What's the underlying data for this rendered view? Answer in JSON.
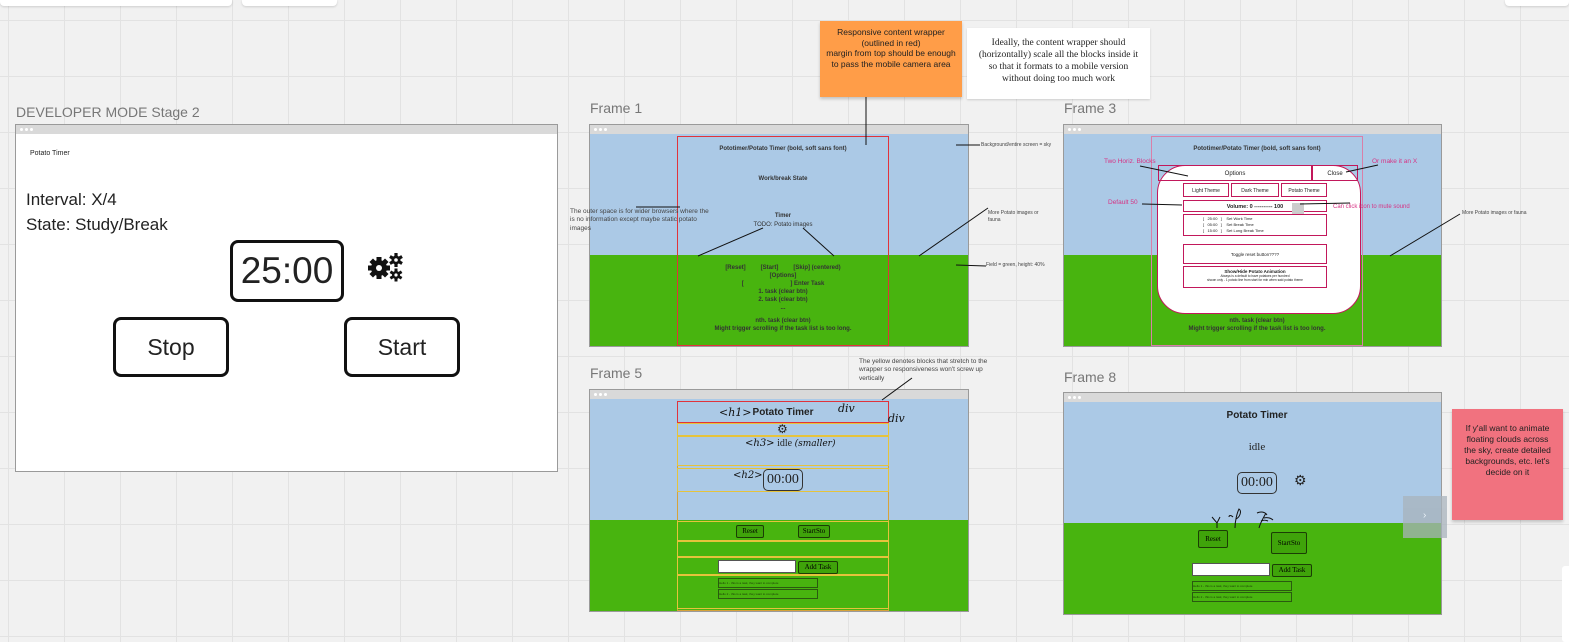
{
  "stage2": {
    "label": "DEVELOPER MODE Stage 2",
    "app_title": "Potato Timer",
    "interval": "Interval: X/4",
    "state": "State: Study/Break",
    "timer": "25:00",
    "stop": "Stop",
    "start": "Start",
    "settings_icon": "gears-icon"
  },
  "frame1": {
    "label": "Frame 1",
    "title": "Pototimer/Potato Timer (bold, soft sans font)",
    "state": "Work/break State",
    "timer": "Timer",
    "todo": "TODO: Potato images",
    "controls": "[Reset]         [Start]         [Skip] (centered)",
    "options": "[Options]",
    "enter_task": "[                            ] Enter Task",
    "task1": "1. task (clear btn)",
    "task2": "2. task (clear btn)",
    "dots": "...",
    "taskn": "nth. task (clear btn)",
    "scroll_note": "Might trigger scrolling if the task list is too long.",
    "outer_note": "The outer space is for wider browsers where the is no information except maybe static potato images",
    "bg_note": "Background/entire screen = sky",
    "images_note": "More Potato images or fauna",
    "field_note": "Field = green, height: 40%"
  },
  "frame3": {
    "label": "Frame 3",
    "title": "Pototimer/Potato Timer (bold, soft sans font)",
    "two_blocks": "Two Horiz. Blocks",
    "or_x": "Or make it an X",
    "default50": "Default 50",
    "mute_note": "Can click icon to mute sound",
    "images_note": "More Potato images or fauna",
    "options": "Options",
    "close": "Close",
    "themes": [
      "Light Theme",
      "Dark Theme",
      "Potato Theme"
    ],
    "volume": "Volume: 0 ---------- 100",
    "times": [
      {
        "val": "[   25:00   ]",
        "label": "Set Work Time"
      },
      {
        "val": "[   05:00   ]",
        "label": "Set Break Time"
      },
      {
        "val": "[   15:00   ]",
        "label": "Set Long Break Time"
      }
    ],
    "toggle": "Toggle reset button????",
    "anim_title": "Show/Hide Potato Animation",
    "anim_1": "Always is a default to have potatoes per hundred",
    "anim_2": "shown only - 1 potato line from start for min when said potato theme",
    "taskn": "nth. task (clear btn)",
    "scroll_note": "Might trigger scrolling if the task list is too long."
  },
  "frame5": {
    "label": "Frame 5",
    "yellow_note": "The yellow denotes blocks that stretch to the wrapper so responsiveness won't screw up vertically",
    "h1": "<h1>",
    "title": "Potato Timer",
    "div1": "div",
    "div2": "div",
    "h3": "<h3>",
    "state": "idle",
    "smaller": "(smaller)",
    "h2": "<h2>",
    "timer": "00:00",
    "reset": "Reset",
    "startstop": "StartSto",
    "add": "Add Task",
    "task1": "Hello 1 - this is a task, they want to complete",
    "task2": "Hello 2 - this is a task, they want to complete"
  },
  "frame8": {
    "label": "Frame 8",
    "title": "Potato Timer",
    "state": "idle",
    "timer": "00:00",
    "reset": "Reset",
    "startstop": "StartSto",
    "add": "Add Task",
    "task1": "Hello 1 - this is a task, they want to complete",
    "task2": "Hello 2 - this is a task, they want to complete"
  },
  "stickies": {
    "orange": "Responsive content wrapper (outlined in red)\nmargin from top should be enough to pass the mobile camera area",
    "white": "Ideally, the content wrapper should (horizontally) scale all the blocks inside it so that it formats to a mobile version without doing too much work",
    "pink": "If y'all want to animate floating clouds across the sky, create detailed backgrounds, etc. let's decide on it"
  },
  "colors": {
    "sky": "#abc9e6",
    "field": "#48b40f",
    "wrapper_outline": "#e0333b",
    "orange_sticky": "#ff9d48",
    "pink_sticky": "#f1727f",
    "annotation_pink": "#d63384"
  }
}
